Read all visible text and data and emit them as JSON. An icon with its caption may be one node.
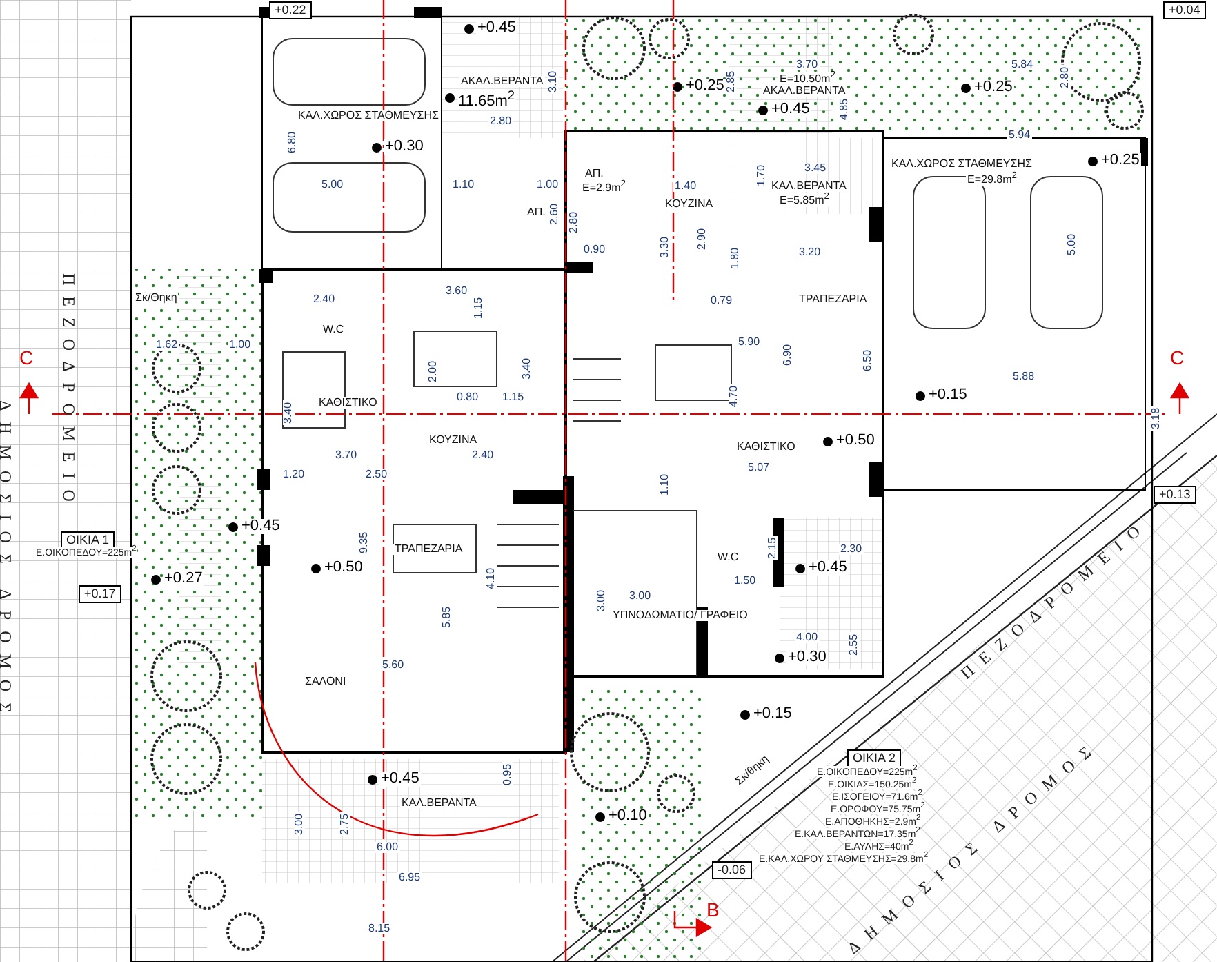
{
  "diagram": {
    "labels": [
      "+0.22",
      "+0.04",
      "+0.45",
      "ΑΚΑΛ.ΒΕΡΑΝΤΑ",
      "11.65m$^{2}$",
      "3.10",
      "ΚΑΛ.ΧΩΡΟΣ ΣΤΑΘΜΕΥΣΗΣ",
      "2.80",
      "6.80",
      "+0.30",
      "5.00",
      "1.10",
      "1.00",
      "ΑΠ.",
      "2.60",
      "ΑΠ.",
      "Ε=2.9m$^{2}$",
      "2.80",
      "0.90",
      "Σκ/Θηκη",
      "2.40",
      "3.60",
      "1.15",
      "W.C",
      "1.62",
      "1.00",
      "ΚΑΘΙΣΤΙΚΟ",
      "3.40",
      "2.00",
      "0.80",
      "1.15",
      "3.40",
      "ΚΟΥΖΙΝΑ",
      "3.70",
      "2.40",
      "1.20",
      "2.50",
      "+0.45",
      "ΟΙΚΙΑ 1",
      "Ε.ΟΙΚΟΠΕΔΟΥ=225m$^{2}$",
      "+0.27",
      "+0.17",
      "+0.50",
      "9.35",
      "ΤΡΑΠΕΖΑΡΙΑ",
      "5.85",
      "4.10",
      "ΣΑΛΟΝΙ",
      "5.60",
      "+0.45",
      "ΚΑΛ.ΒΕΡΑΝΤΑ",
      "3.00",
      "2.75",
      "6.00",
      "6.95",
      "8.15",
      "0.95",
      "ΠΕΖΟΔΡΟΜΕΙΟ",
      "ΔΗΜΟΣΙΟΣ ΔΡΟΜΟΣ",
      "C",
      "C",
      "B",
      "+0.25",
      "2.85",
      "3.70",
      "Ε=10.50m$^{2}$",
      "ΑΚΑΛ.ΒΕΡΑΝΤΑ",
      "+0.45",
      "4.85",
      "5.84",
      "+0.25",
      "2.80",
      "5.94",
      "ΚΑΛ.ΧΩΡΟΣ ΣΤΑΘΜΕΥΣΗΣ",
      "Ε=29.8m$^{2}$",
      "+0.25",
      "3.45",
      "1.70",
      "ΚΑΛ.ΒΕΡΑΝΤΑ",
      "Ε=5.85m$^{2}$",
      "1.40",
      "ΚΟΥΖΙΝΑ",
      "3.30",
      "2.90",
      "1.80",
      "3.20",
      "0.79",
      "ΤΡΑΠΕΖΑΡΙΑ",
      "5.00",
      "5.90",
      "6.90",
      "6.50",
      "4.70",
      "ΚΑΘΙΣΤΙΚΟ",
      "+0.50",
      "5.07",
      "1.10",
      "5.88",
      "+0.15",
      "3.18",
      "+0.13",
      "W.C",
      "2.30",
      "2.15",
      "+0.45",
      "1.50",
      "3.00",
      "3.00",
      "ΥΠΝΟΔΩΜΑΤΙΟ/ ΓΡΑΦΕΙΟ",
      "4.00",
      "2.55",
      "+0.30",
      "ΠΕΖΟΔΡΟΜΕΙΟ",
      "+0.15",
      "Σκ/θηκη",
      "+0.10",
      "ΟΙΚΙΑ 2",
      "Ε.ΟΙΚΟΠΕΔΟΥ=225m$^{2}$",
      "Ε.ΟΙΚΙΑΣ=150.25m$^{2}$",
      "Ε.ΙΣΟΓΕΙΟΥ=71.6m$^{2}$",
      "Ε.ΟΡΟΦΟΥ=75.75m$^{2}$",
      "Ε.ΑΠΟΘΗΚΗΣ=2.9m$^{2}$",
      "Ε.ΚΑΛ.ΒΕΡΑΝΤΩΝ=17.35m$^{2}$",
      "Ε.ΑΥΛΗΣ=40m$^{2}$",
      "Ε.ΚΑΛ.ΧΩΡΟΥ ΣΤΑΘΜΕΥΣΗΣ=29.8m$^{2}$",
      "-0.06",
      "ΔΗΜΟΣΙΟΣ ΔΡΟΜΟΣ"
    ]
  }
}
